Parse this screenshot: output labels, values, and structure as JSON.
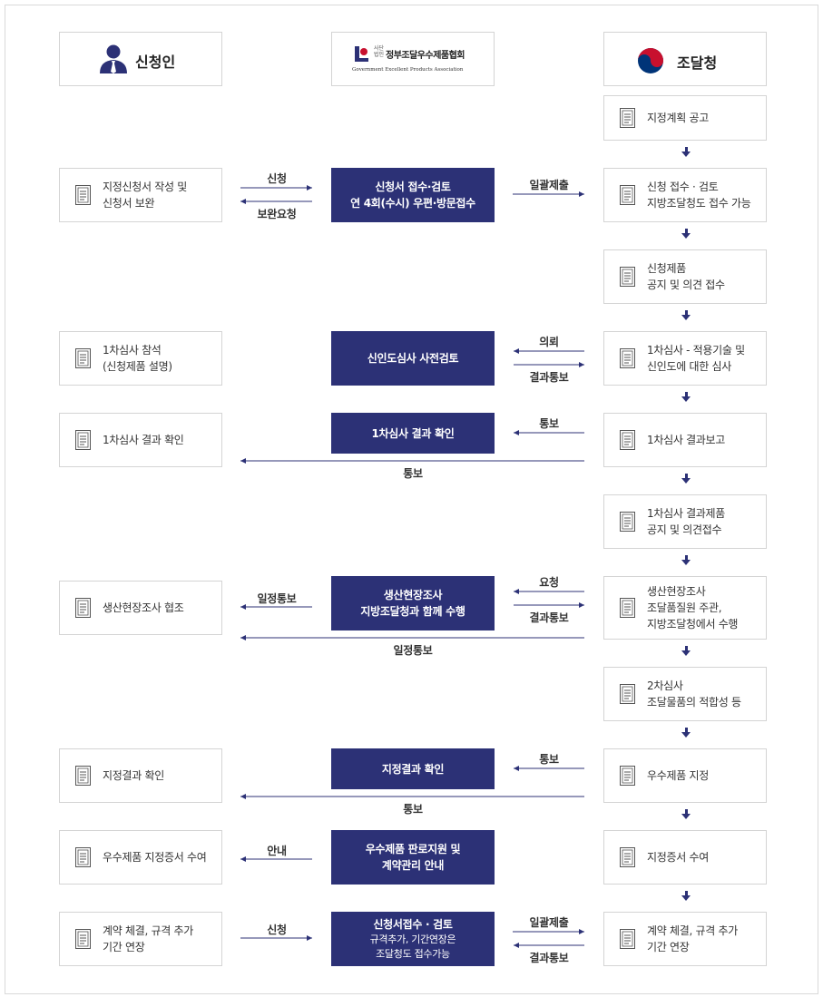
{
  "headers": {
    "applicant": "신청인",
    "assoc_tag_top": "사단",
    "assoc_tag_bottom": "법인",
    "assoc_name": "정부조달우수제품협회",
    "assoc_en": "Government Excellent Products Association",
    "pps": "조달청"
  },
  "left": [
    "지정신청서 작성 및\n신청서 보완",
    "1차심사 참석\n(신청제품 설명)",
    "1차심사 결과 확인",
    "생산현장조사 협조",
    "지정결과 확인",
    "우수제품 지정증서 수여",
    "계약 체결, 규격 추가\n기간 연장"
  ],
  "middle": [
    "신청서 접수·검토\n연 4회(수시) 우편·방문접수",
    "신인도심사 사전검토",
    "1차심사 결과 확인",
    "생산현장조사\n지방조달청과 함께 수행",
    "지정결과 확인",
    "우수제품 판로지원 및\n계약관리 안내"
  ],
  "middle_last": {
    "title": "신청서접수 · 검토",
    "sub": "규격추가, 기간연장은\n조달청도 접수가능"
  },
  "right": [
    "지정계획 공고",
    "신청 접수 · 검토\n지방조달청도 접수 가능",
    "신청제품\n공지 및 의견 접수",
    "1차심사 - 적용기술 및\n신인도에 대한 심사",
    "1차심사 결과보고",
    "1차심사 결과제품\n공지 및 의견접수",
    "생산현장조사\n조달품질원 주관,\n지방조달청에서 수행",
    "2차심사\n조달물품의 적합성 등",
    "우수제품 지정",
    "지정증서 수여",
    "계약 체결, 규격 추가\n기간 연장"
  ],
  "labels": {
    "apply": "신청",
    "supplement": "보완요청",
    "batch_submit": "일괄제출",
    "request": "의뢰",
    "result_notice": "결과통보",
    "notice": "통보",
    "notice_long": "통보",
    "req2": "요청",
    "schedule_notice": "일정통보",
    "schedule_notice_long": "일정통보",
    "notice3": "통보",
    "notice3_long": "통보",
    "guide": "안내",
    "apply2": "신청",
    "batch_submit2": "일괄제출",
    "result_notice2": "결과통보"
  },
  "colors": {
    "navy": "#2c3176",
    "border": "#d4d4d4",
    "pps_red": "#c8102e",
    "pps_blue": "#003478"
  }
}
